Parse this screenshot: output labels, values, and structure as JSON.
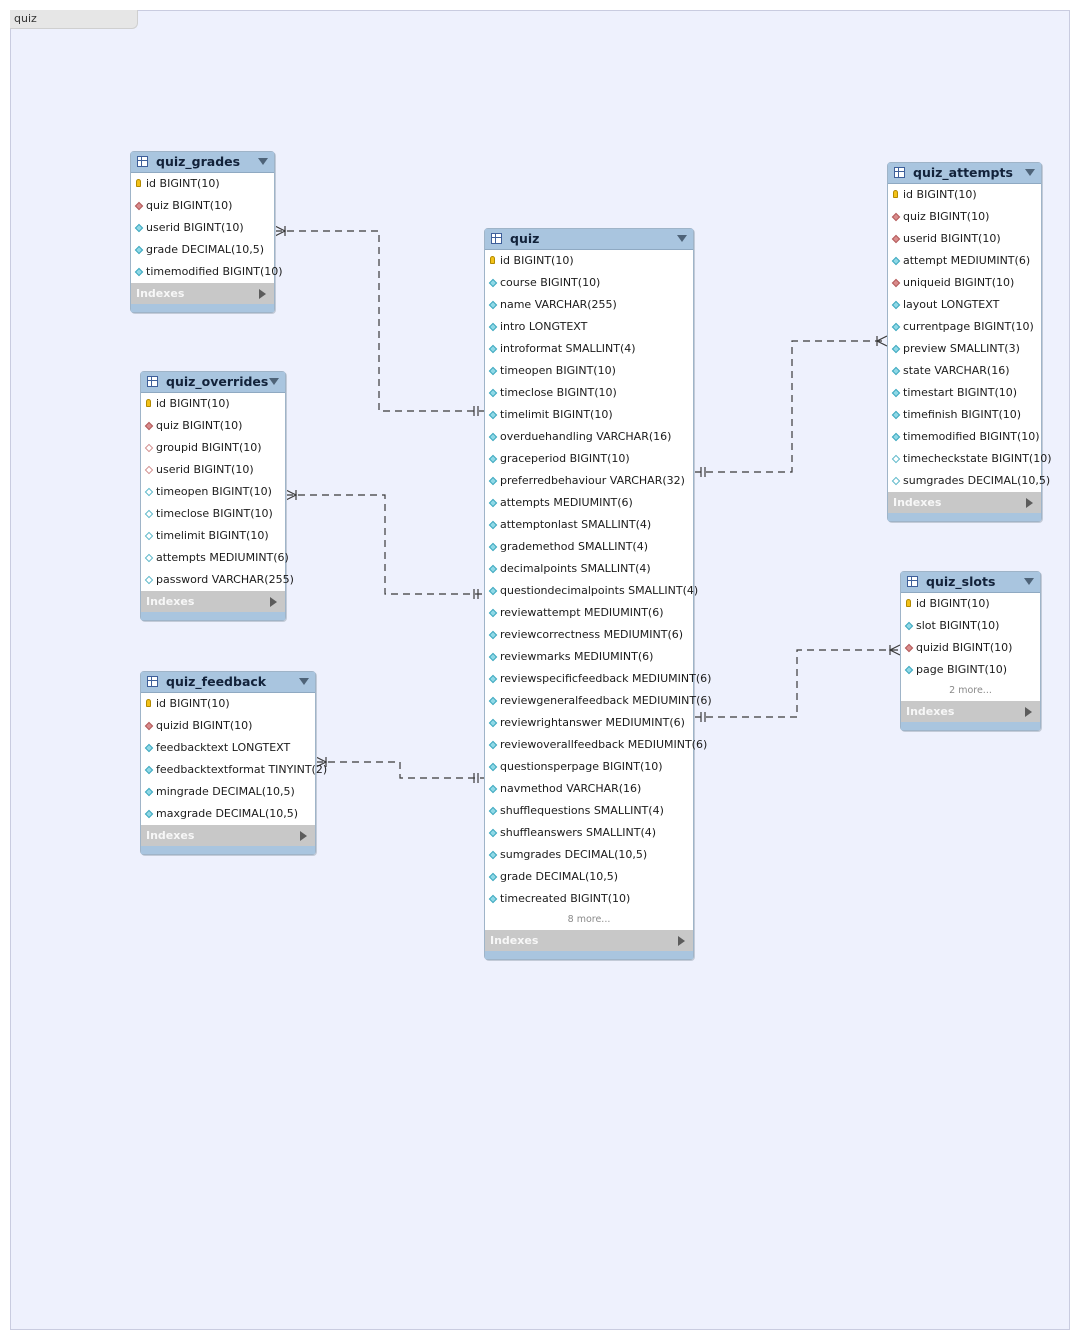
{
  "tab": {
    "label": "quiz"
  },
  "tables": [
    {
      "key": "quiz_grades",
      "name": "quiz_grades",
      "columns": [
        {
          "label": "id BIGINT(10)",
          "kind": "pk"
        },
        {
          "label": "quiz BIGINT(10)",
          "kind": "fk"
        },
        {
          "label": "userid BIGINT(10)",
          "kind": "col"
        },
        {
          "label": "grade DECIMAL(10,5)",
          "kind": "col"
        },
        {
          "label": "timemodified BIGINT(10)",
          "kind": "col"
        }
      ],
      "more": "",
      "indexes_label": "Indexes"
    },
    {
      "key": "quiz_overrides",
      "name": "quiz_overrides",
      "columns": [
        {
          "label": "id BIGINT(10)",
          "kind": "pk"
        },
        {
          "label": "quiz BIGINT(10)",
          "kind": "fk"
        },
        {
          "label": "groupid BIGINT(10)",
          "kind": "nul"
        },
        {
          "label": "userid BIGINT(10)",
          "kind": "nul"
        },
        {
          "label": "timeopen BIGINT(10)",
          "kind": "colo"
        },
        {
          "label": "timeclose BIGINT(10)",
          "kind": "colo"
        },
        {
          "label": "timelimit BIGINT(10)",
          "kind": "colo"
        },
        {
          "label": "attempts MEDIUMINT(6)",
          "kind": "colo"
        },
        {
          "label": "password VARCHAR(255)",
          "kind": "colo"
        }
      ],
      "more": "",
      "indexes_label": "Indexes"
    },
    {
      "key": "quiz_feedback",
      "name": "quiz_feedback",
      "columns": [
        {
          "label": "id BIGINT(10)",
          "kind": "pk"
        },
        {
          "label": "quizid BIGINT(10)",
          "kind": "fk"
        },
        {
          "label": "feedbacktext LONGTEXT",
          "kind": "col"
        },
        {
          "label": "feedbacktextformat TINYINT(2)",
          "kind": "col"
        },
        {
          "label": "mingrade DECIMAL(10,5)",
          "kind": "col"
        },
        {
          "label": "maxgrade DECIMAL(10,5)",
          "kind": "col"
        }
      ],
      "more": "",
      "indexes_label": "Indexes"
    },
    {
      "key": "quiz",
      "name": "quiz",
      "columns": [
        {
          "label": "id BIGINT(10)",
          "kind": "pk"
        },
        {
          "label": "course BIGINT(10)",
          "kind": "col"
        },
        {
          "label": "name VARCHAR(255)",
          "kind": "col"
        },
        {
          "label": "intro LONGTEXT",
          "kind": "col"
        },
        {
          "label": "introformat SMALLINT(4)",
          "kind": "col"
        },
        {
          "label": "timeopen BIGINT(10)",
          "kind": "col"
        },
        {
          "label": "timeclose BIGINT(10)",
          "kind": "col"
        },
        {
          "label": "timelimit BIGINT(10)",
          "kind": "col"
        },
        {
          "label": "overduehandling VARCHAR(16)",
          "kind": "col"
        },
        {
          "label": "graceperiod BIGINT(10)",
          "kind": "col"
        },
        {
          "label": "preferredbehaviour VARCHAR(32)",
          "kind": "col"
        },
        {
          "label": "attempts MEDIUMINT(6)",
          "kind": "col"
        },
        {
          "label": "attemptonlast SMALLINT(4)",
          "kind": "col"
        },
        {
          "label": "grademethod SMALLINT(4)",
          "kind": "col"
        },
        {
          "label": "decimalpoints SMALLINT(4)",
          "kind": "col"
        },
        {
          "label": "questiondecimalpoints SMALLINT(4)",
          "kind": "col"
        },
        {
          "label": "reviewattempt MEDIUMINT(6)",
          "kind": "col"
        },
        {
          "label": "reviewcorrectness MEDIUMINT(6)",
          "kind": "col"
        },
        {
          "label": "reviewmarks MEDIUMINT(6)",
          "kind": "col"
        },
        {
          "label": "reviewspecificfeedback MEDIUMINT(6)",
          "kind": "col"
        },
        {
          "label": "reviewgeneralfeedback MEDIUMINT(6)",
          "kind": "col"
        },
        {
          "label": "reviewrightanswer MEDIUMINT(6)",
          "kind": "col"
        },
        {
          "label": "reviewoverallfeedback MEDIUMINT(6)",
          "kind": "col"
        },
        {
          "label": "questionsperpage BIGINT(10)",
          "kind": "col"
        },
        {
          "label": "navmethod VARCHAR(16)",
          "kind": "col"
        },
        {
          "label": "shufflequestions SMALLINT(4)",
          "kind": "col"
        },
        {
          "label": "shuffleanswers SMALLINT(4)",
          "kind": "col"
        },
        {
          "label": "sumgrades DECIMAL(10,5)",
          "kind": "col"
        },
        {
          "label": "grade DECIMAL(10,5)",
          "kind": "col"
        },
        {
          "label": "timecreated BIGINT(10)",
          "kind": "col"
        }
      ],
      "more": "8 more...",
      "indexes_label": "Indexes"
    },
    {
      "key": "quiz_attempts",
      "name": "quiz_attempts",
      "columns": [
        {
          "label": "id BIGINT(10)",
          "kind": "pk"
        },
        {
          "label": "quiz BIGINT(10)",
          "kind": "fk"
        },
        {
          "label": "userid BIGINT(10)",
          "kind": "fk"
        },
        {
          "label": "attempt MEDIUMINT(6)",
          "kind": "col"
        },
        {
          "label": "uniqueid BIGINT(10)",
          "kind": "fk"
        },
        {
          "label": "layout LONGTEXT",
          "kind": "col"
        },
        {
          "label": "currentpage BIGINT(10)",
          "kind": "col"
        },
        {
          "label": "preview SMALLINT(3)",
          "kind": "col"
        },
        {
          "label": "state VARCHAR(16)",
          "kind": "col"
        },
        {
          "label": "timestart BIGINT(10)",
          "kind": "col"
        },
        {
          "label": "timefinish BIGINT(10)",
          "kind": "col"
        },
        {
          "label": "timemodified BIGINT(10)",
          "kind": "col"
        },
        {
          "label": "timecheckstate BIGINT(10)",
          "kind": "colo"
        },
        {
          "label": "sumgrades DECIMAL(10,5)",
          "kind": "colo"
        }
      ],
      "more": "",
      "indexes_label": "Indexes"
    },
    {
      "key": "quiz_slots",
      "name": "quiz_slots",
      "columns": [
        {
          "label": "id BIGINT(10)",
          "kind": "pk"
        },
        {
          "label": "slot BIGINT(10)",
          "kind": "col"
        },
        {
          "label": "quizid BIGINT(10)",
          "kind": "fk"
        },
        {
          "label": "page BIGINT(10)",
          "kind": "col"
        }
      ],
      "more": "2 more...",
      "indexes_label": "Indexes"
    }
  ],
  "relationships": [
    {
      "from": "quiz_grades",
      "to": "quiz",
      "cardinality": "one-to-many"
    },
    {
      "from": "quiz_overrides",
      "to": "quiz",
      "cardinality": "one-to-many"
    },
    {
      "from": "quiz_feedback",
      "to": "quiz",
      "cardinality": "one-to-many"
    },
    {
      "from": "quiz_attempts",
      "to": "quiz",
      "cardinality": "one-to-many"
    },
    {
      "from": "quiz_slots",
      "to": "quiz",
      "cardinality": "one-to-many"
    }
  ]
}
